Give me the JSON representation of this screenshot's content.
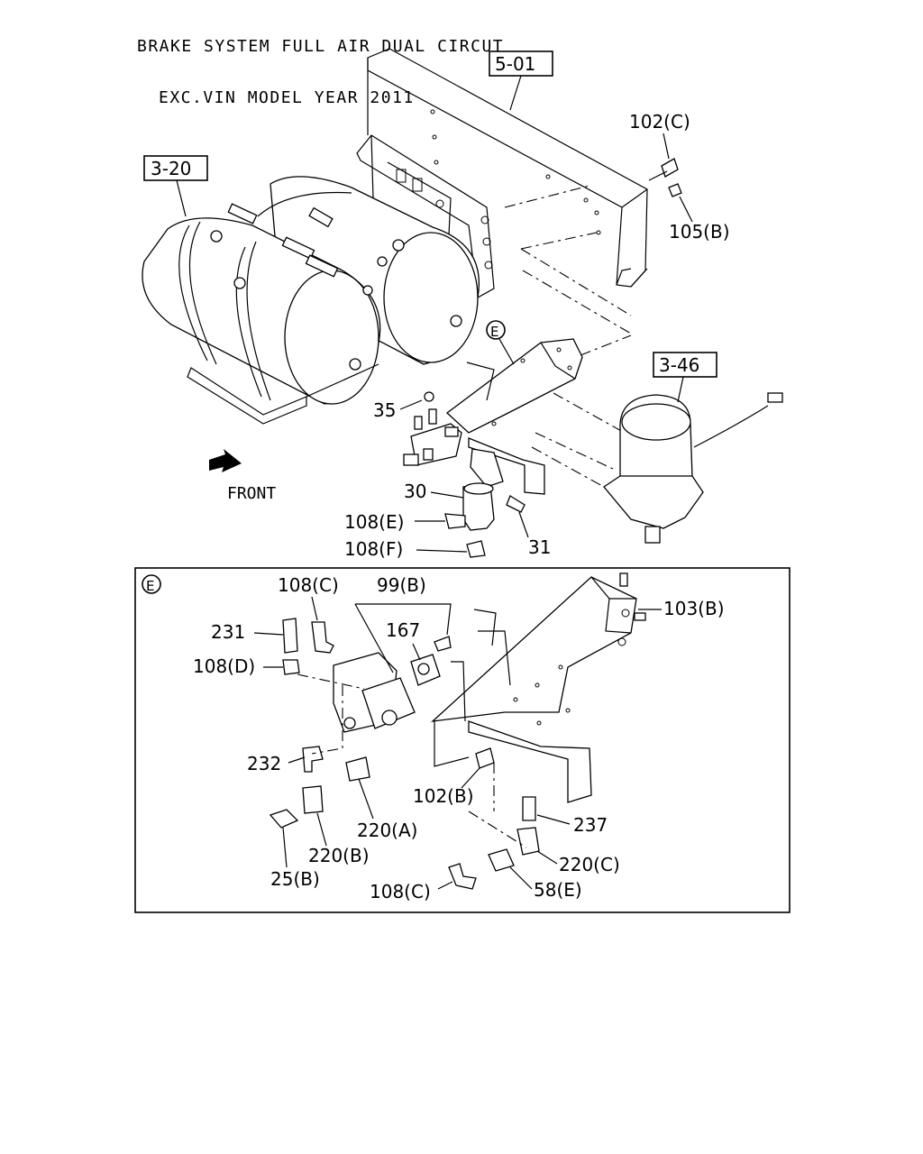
{
  "title": {
    "line1": "BRAKE SYSTEM FULL AIR DUAL CIRCUT",
    "line2": "EXC.VIN MODEL YEAR 2011"
  },
  "front_label": "FRONT",
  "detail_marker": "E",
  "refs": {
    "frame": "5-01",
    "tanks": "3-20",
    "dryer": "3-46"
  },
  "parts": {
    "p102c_top": "102(C)",
    "p105b": "105(B)",
    "p35": "35",
    "p30": "30",
    "p31": "31",
    "p108e": "108(E)",
    "p108f": "108(F)",
    "p108c_a": "108(C)",
    "p99b": "99(B)",
    "p167": "167",
    "p231": "231",
    "p108d": "108(D)",
    "p103b": "103(B)",
    "p232": "232",
    "p102b": "102(B)",
    "p237": "237",
    "p220a": "220(A)",
    "p220b": "220(B)",
    "p220c": "220(C)",
    "p25b": "25(B)",
    "p108c_b": "108(C)",
    "p58e": "58(E)"
  }
}
